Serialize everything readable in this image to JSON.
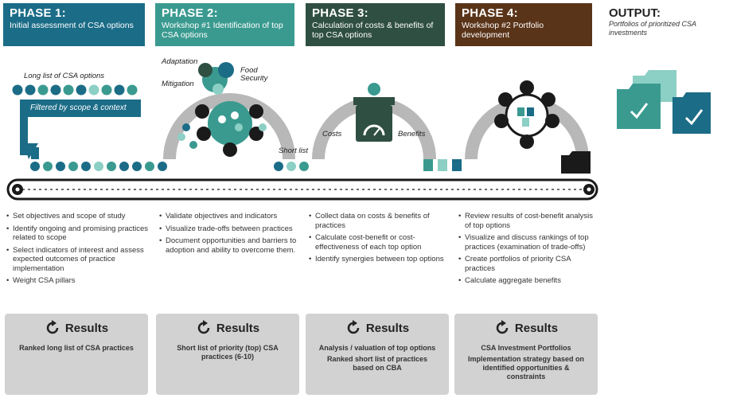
{
  "phases": [
    {
      "title": "PHASE 1:",
      "subtitle": "Initial assessment of CSA options",
      "color": "#1b6c87"
    },
    {
      "title": "PHASE 2:",
      "subtitle": "Workshop #1 Identification of top CSA options",
      "color": "#3a9a90"
    },
    {
      "title": "PHASE 3:",
      "subtitle": "Calculation of costs & benefits of top CSA options",
      "color": "#2f4f42"
    },
    {
      "title": "PHASE 4:",
      "subtitle": "Workshop #2 Portfolio development",
      "color": "#5a3419"
    }
  ],
  "output": {
    "title": "OUTPUT:",
    "subtitle": "Portfolios of prioritized CSA investments"
  },
  "diagram": {
    "long_list_label": "Long list of CSA options",
    "filter_label": "Filtered by scope & context",
    "adaptation_label": "Adaptation",
    "mitigation_label": "Mitigation",
    "food_security_label": "Food Security",
    "short_list_label": "Short list",
    "costs_label": "Costs",
    "benefits_label": "Benefits"
  },
  "bullets": [
    [
      "Set objectives and scope of study",
      "Identify ongoing and promising practices related to scope",
      "Select indicators of interest and assess expected outcomes of practice implementation",
      "Weight CSA pillars"
    ],
    [
      "Validate objectives and indicators",
      "Visualize trade-offs between practices",
      "Document opportunities and barriers to adoption and ability to overcome them."
    ],
    [
      "Collect data on costs & benefits of practices",
      "Calculate cost-benefit or cost-effectiveness of each top option",
      "Identify synergies between top options"
    ],
    [
      "Review results of cost-benefit analysis of top options",
      "Visualize and discuss rankings of top practices (examination of trade-offs)",
      "Create portfolios of priority CSA practices",
      "Calculate aggregate benefits"
    ]
  ],
  "results": [
    {
      "label": "Results",
      "text": "Ranked long list of CSA practices",
      "text2": ""
    },
    {
      "label": "Results",
      "text": "Short list of priority (top) CSA practices (6-10)",
      "text2": ""
    },
    {
      "label": "Results",
      "text": "Analysis / valuation of top options",
      "text2": "Ranked short list of practices based on CBA"
    },
    {
      "label": "Results",
      "text": "CSA Investment Portfolios",
      "text2": "Implementation strategy based on identified opportunities & constraints"
    }
  ],
  "colors": {
    "teal_dark": "#1b6c87",
    "teal_mid": "#3a9a90",
    "teal_light": "#8ccfc4",
    "green_dark": "#2f4f42",
    "brown": "#5a3419",
    "arc_gray": "#b8b8b8",
    "dark": "#1a1a1a"
  },
  "icons": {
    "results": "refresh-arrow-icon",
    "gear": "gear-icon",
    "scale": "balance-scale-icon",
    "folder": "folder-icon",
    "checkmark": "checkmark-icon",
    "puzzle": "puzzle-icon",
    "document": "document-icon"
  }
}
